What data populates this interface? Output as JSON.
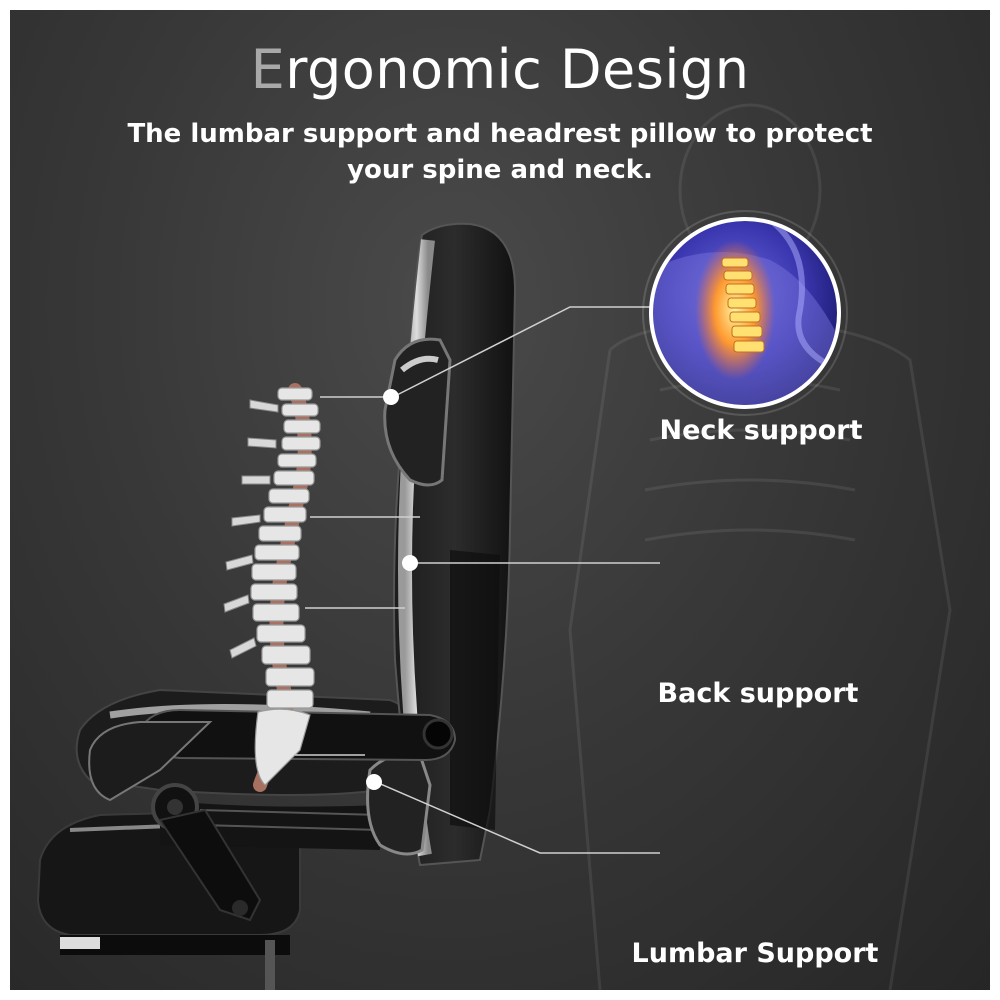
{
  "header": {
    "title_first_letter": "E",
    "title_rest": "rgonomic Design",
    "subtitle_line1": "The lumbar support and headrest pillow to protect",
    "subtitle_line2": "your spine and neck."
  },
  "callouts": [
    {
      "label": "Neck support",
      "icon": "neck-spine-xray"
    },
    {
      "label": "Back support",
      "icon": "thoracic-spine-xray"
    },
    {
      "label": "Lumbar Support",
      "icon": "lumbar-spine-xray"
    }
  ],
  "colors": {
    "background": "#333333",
    "title_accent": "#a9a9a9",
    "text": "#ffffff",
    "xray_blue": "#2a2aa8",
    "spine_highlight": "#ff3355"
  }
}
